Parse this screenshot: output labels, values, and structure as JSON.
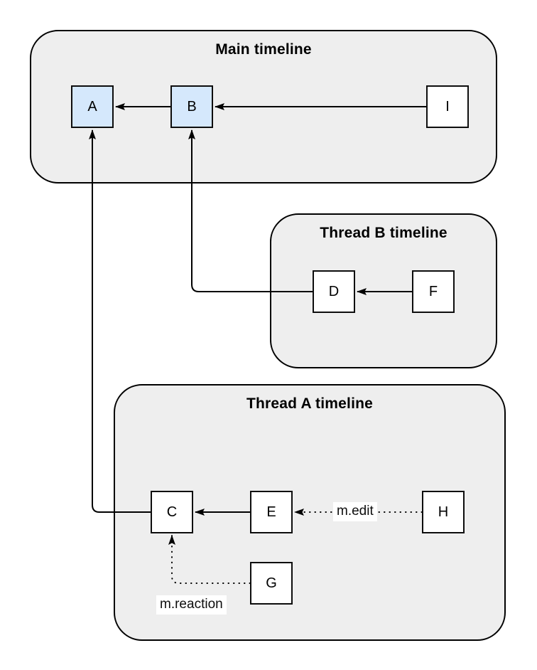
{
  "diagram": {
    "type": "flowchart",
    "containers": [
      {
        "id": "main-timeline",
        "title": "Main timeline"
      },
      {
        "id": "thread-b-timeline",
        "title": "Thread B timeline"
      },
      {
        "id": "thread-a-timeline",
        "title": "Thread A timeline"
      }
    ],
    "nodes": [
      {
        "id": "A",
        "label": "A",
        "container": "main-timeline",
        "highlighted": true
      },
      {
        "id": "B",
        "label": "B",
        "container": "main-timeline",
        "highlighted": true
      },
      {
        "id": "I",
        "label": "I",
        "container": "main-timeline",
        "highlighted": false
      },
      {
        "id": "D",
        "label": "D",
        "container": "thread-b-timeline",
        "highlighted": false
      },
      {
        "id": "F",
        "label": "F",
        "container": "thread-b-timeline",
        "highlighted": false
      },
      {
        "id": "C",
        "label": "C",
        "container": "thread-a-timeline",
        "highlighted": false
      },
      {
        "id": "E",
        "label": "E",
        "container": "thread-a-timeline",
        "highlighted": false
      },
      {
        "id": "H",
        "label": "H",
        "container": "thread-a-timeline",
        "highlighted": false
      },
      {
        "id": "G",
        "label": "G",
        "container": "thread-a-timeline",
        "highlighted": false
      }
    ],
    "edges": [
      {
        "from": "B",
        "to": "A",
        "style": "solid",
        "label": ""
      },
      {
        "from": "I",
        "to": "B",
        "style": "solid",
        "label": ""
      },
      {
        "from": "F",
        "to": "D",
        "style": "solid",
        "label": ""
      },
      {
        "from": "D",
        "to": "B",
        "style": "solid",
        "label": ""
      },
      {
        "from": "E",
        "to": "C",
        "style": "solid",
        "label": ""
      },
      {
        "from": "C",
        "to": "A",
        "style": "solid",
        "label": ""
      },
      {
        "from": "H",
        "to": "E",
        "style": "dotted",
        "label": "m.edit"
      },
      {
        "from": "G",
        "to": "C",
        "style": "dotted",
        "label": "m.reaction"
      }
    ],
    "colors": {
      "background": "#ffffff",
      "container_fill": "#eeeeee",
      "container_border": "#000000",
      "node_fill": "#ffffff",
      "node_highlight_fill": "#d5e8fc",
      "node_border": "#0d0d0d",
      "edge": "#000000",
      "label_background": "#ffffff",
      "text": "#000000"
    }
  }
}
